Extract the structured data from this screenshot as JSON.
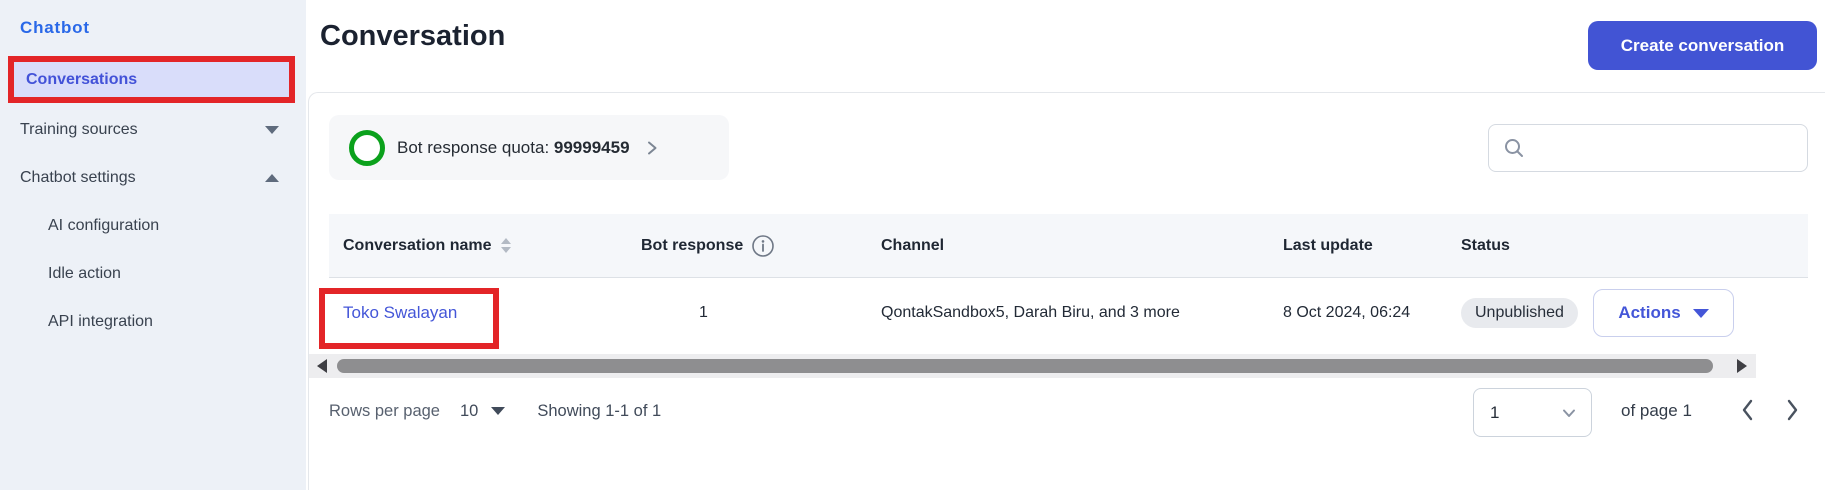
{
  "sidebar": {
    "section_title": "Chatbot",
    "items": [
      {
        "label": "Conversations",
        "selected": true
      },
      {
        "label": "Training sources",
        "chevron": "down"
      },
      {
        "label": "Chatbot settings",
        "chevron": "up"
      },
      {
        "label": "AI configuration",
        "indent": true
      },
      {
        "label": "Idle action",
        "indent": true
      },
      {
        "label": "API integration",
        "indent": true
      }
    ]
  },
  "header": {
    "title": "Conversation",
    "create_button": "Create conversation"
  },
  "quota": {
    "label": "Bot response quota: ",
    "value": "99999459"
  },
  "search": {
    "placeholder": ""
  },
  "table": {
    "columns": [
      "Conversation name",
      "Bot response",
      "Channel",
      "Last update",
      "Status"
    ],
    "rows": [
      {
        "name": "Toko Swalayan",
        "bot_response": "1",
        "channel": "QontakSandbox5, Darah Biru, and 3 more",
        "last_update": "8 Oct 2024, 06:24",
        "status": "Unpublished",
        "actions_label": "Actions"
      }
    ]
  },
  "pagination": {
    "rows_per_page_label": "Rows per page",
    "rows_per_page_value": "10",
    "showing_label": "Showing 1-1 of 1",
    "page_value": "1",
    "of_page_label": "of page 1"
  },
  "colors": {
    "accent": "#4254d4",
    "sidebar_bg": "#edf1f7",
    "selected_bg": "#d9ddfa",
    "annotation_red": "#e32528",
    "quota_ring_green": "#0ba11c",
    "badge_bg": "#e8eaee"
  }
}
